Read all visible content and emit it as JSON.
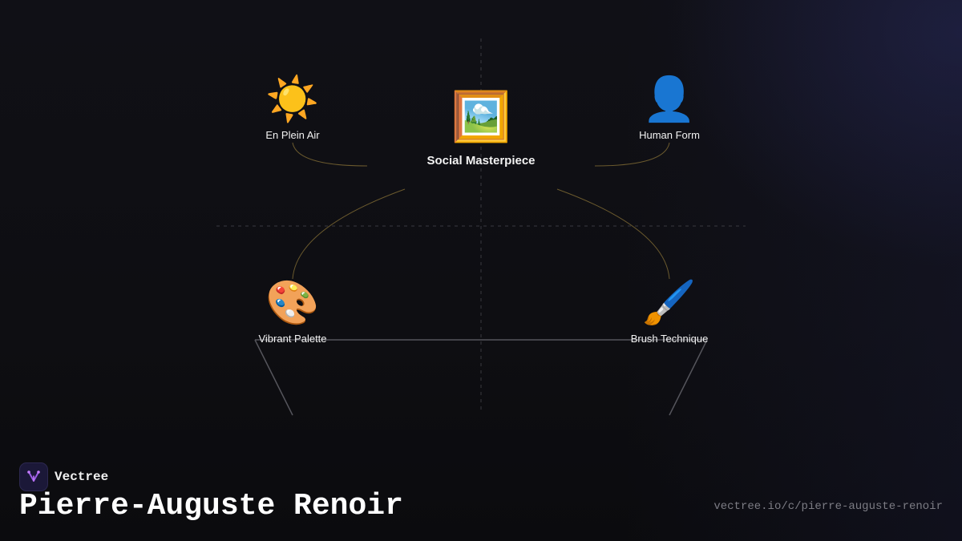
{
  "diagram": {
    "center": {
      "icon": "framed-picture-icon",
      "glyph": "🖼️",
      "label": "Social Masterpiece"
    },
    "nodes": [
      {
        "id": "en-plein-air",
        "icon": "sun-icon",
        "glyph": "☀️",
        "label": "En Plein Air"
      },
      {
        "id": "human-form",
        "icon": "person-silhouette-icon",
        "glyph": "👤",
        "label": "Human Form"
      },
      {
        "id": "vibrant-palette",
        "icon": "artist-palette-icon",
        "glyph": "🎨",
        "label": "Vibrant Palette"
      },
      {
        "id": "brush-technique",
        "icon": "paintbrush-icon",
        "glyph": "🖌️",
        "label": "Brush Technique"
      }
    ],
    "colors": {
      "curve": "#6b5a2e",
      "guide": "#3a3a40",
      "base": "#55555c"
    }
  },
  "footer": {
    "brand": "Vectree",
    "brand_icon": "vectree-logo-icon",
    "title": "Pierre-Auguste Renoir",
    "url": "vectree.io/c/pierre-auguste-renoir",
    "accent": "#9b5de5"
  }
}
